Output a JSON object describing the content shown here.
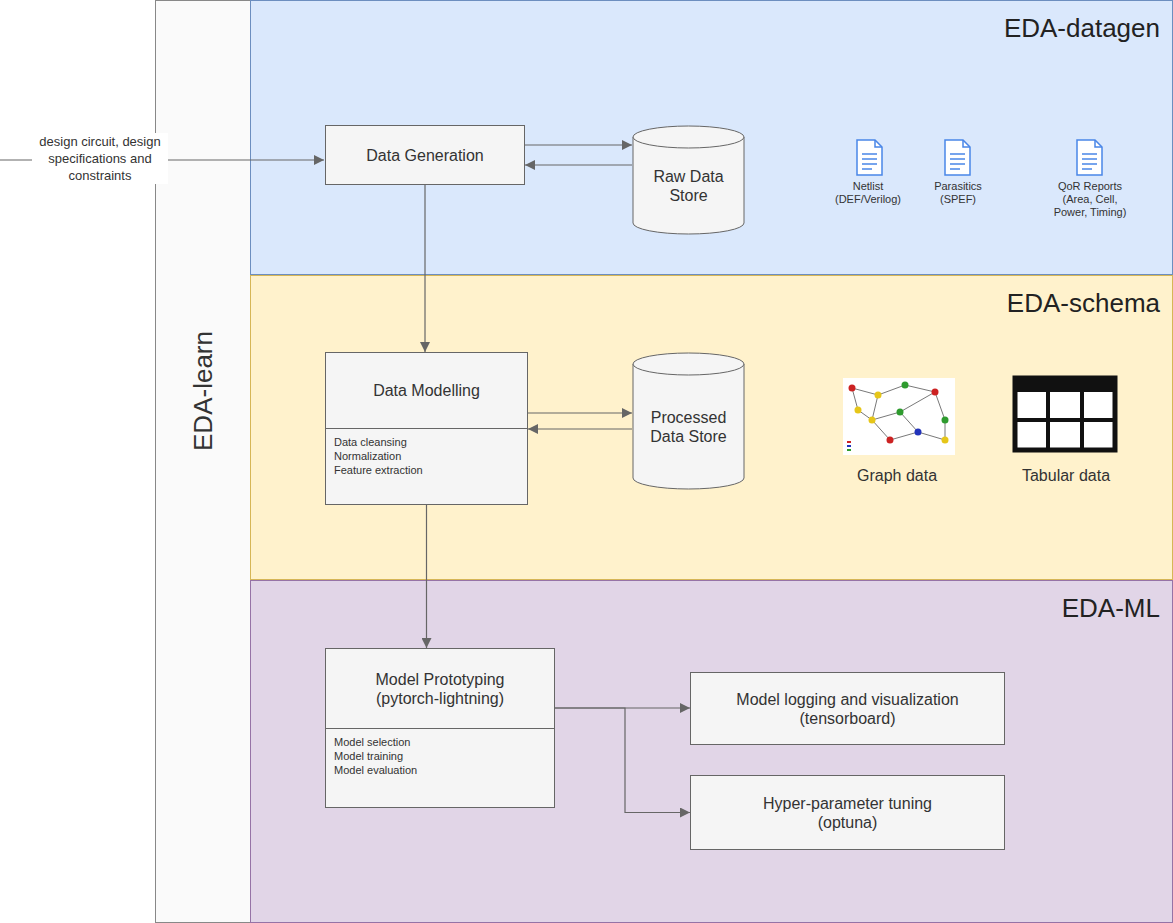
{
  "diagram": {
    "nodes": [
      {
        "text": [
          "EDA-learn"
        ]
      },
      {
        "text": [
          "EDA-datagen"
        ],
        "in": 0
      },
      {
        "text": [
          "Data Generation"
        ],
        "in": 1
      },
      {
        "text": [
          "Raw Data Store"
        ],
        "in": 1
      },
      {
        "text": [
          "EDA-schema"
        ],
        "in": 0
      },
      {
        "text": [
          "Data Modelling",
          "Data cleansing",
          "Normalization",
          "Feature extraction"
        ],
        "in": 4
      },
      {
        "text": [
          "Processed Data Store"
        ],
        "in": 4
      },
      {
        "text": [
          "EDA-ML"
        ],
        "in": 0
      },
      {
        "text": [
          "Model Prototyping (pytorch-lightning)",
          "Model selection",
          "Model training",
          "Model evaluation"
        ],
        "in": 7
      },
      {
        "text": [
          "Model logging and visualization (tensorboard)"
        ],
        "in": 7
      },
      {
        "text": [
          "Hyper-parameter tuning (optuna)"
        ],
        "in": 7
      }
    ],
    "edges": [
      {
        "from": 2,
        "to": 3,
        "arrow": "to"
      },
      {
        "from": 3,
        "to": 2,
        "arrow": "to"
      },
      {
        "from": 2,
        "to": 5,
        "arrow": "to"
      },
      {
        "from": 5,
        "to": 6,
        "arrow": "to"
      },
      {
        "from": 6,
        "to": 5,
        "arrow": "to"
      },
      {
        "from": 5,
        "to": 8,
        "arrow": "to"
      },
      {
        "from": 8,
        "to": 9,
        "arrow": "to"
      },
      {
        "from": 8,
        "to": 10,
        "arrow": "to"
      }
    ],
    "labels": [
      "design circuit, design specifications and constraints",
      "Netlist (DEF/Verilog)",
      "Parasitics (SPEF)",
      "QoR Reports (Area, Cell, Power, Timing)",
      "Graph data",
      "Tabular data"
    ]
  }
}
